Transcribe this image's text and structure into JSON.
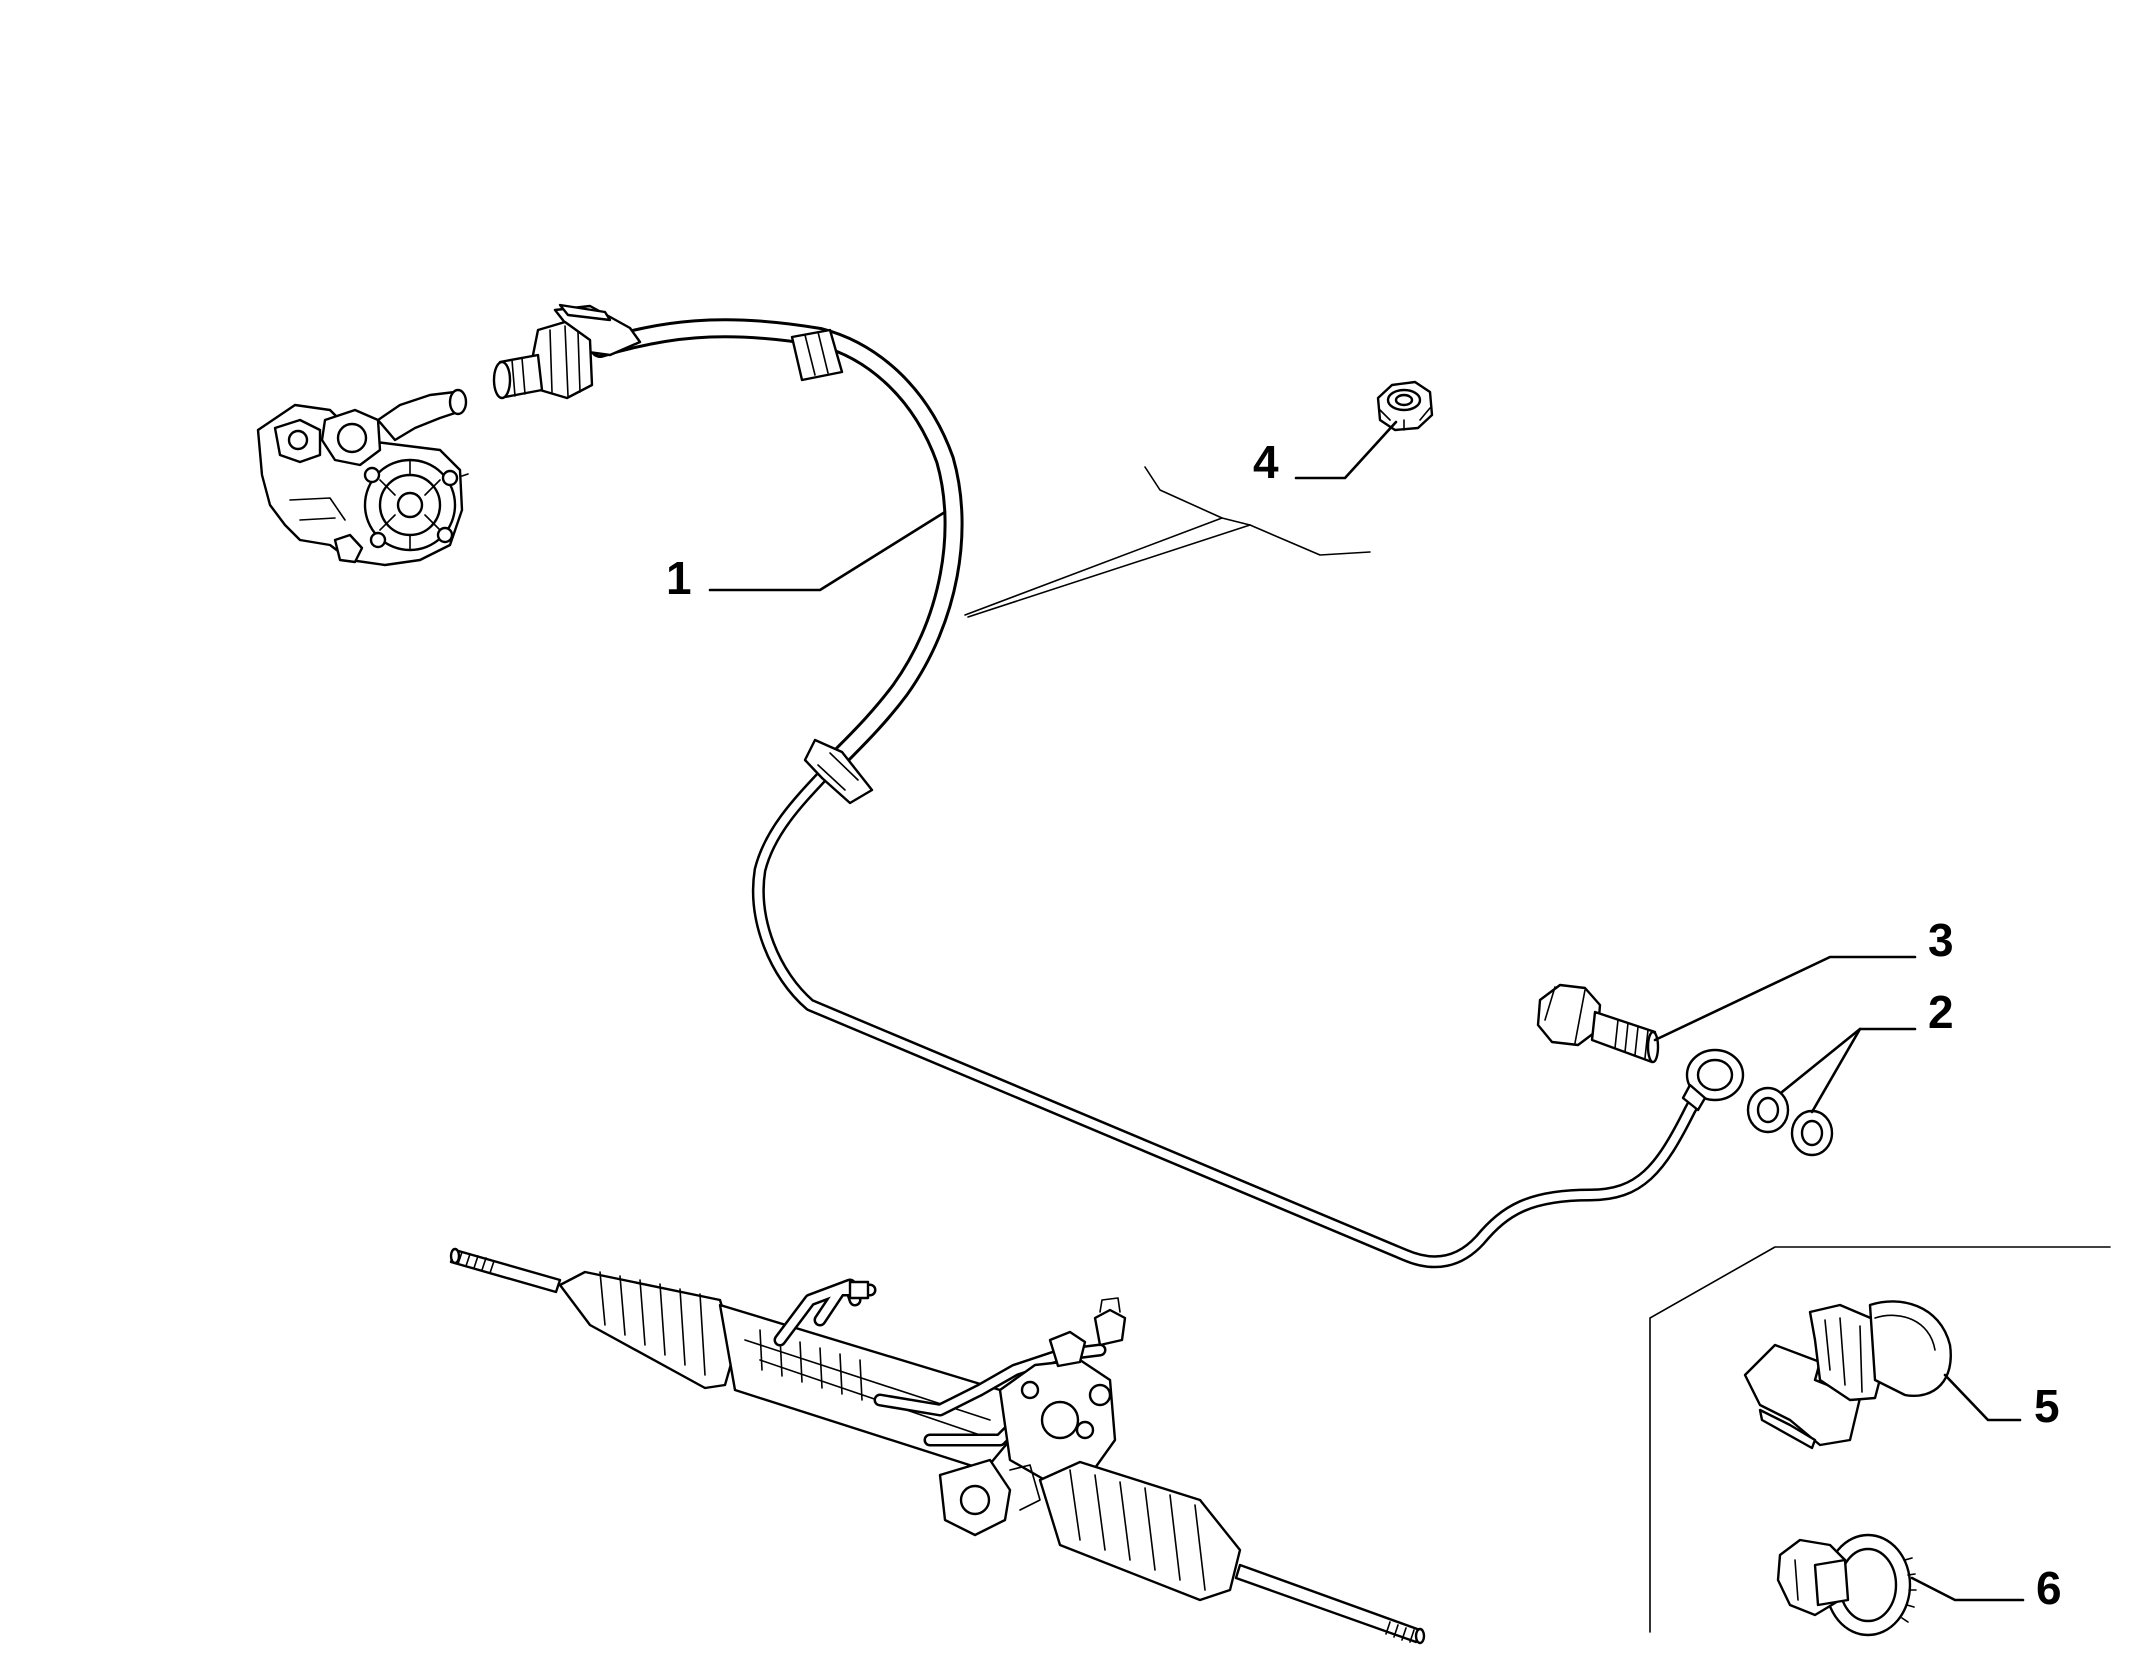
{
  "callouts": {
    "c1": "1",
    "c2": "2",
    "c3": "3",
    "c4": "4",
    "c5": "5",
    "c6": "6"
  },
  "icons": {
    "pump": "power-steering-pump-icon",
    "rack": "steering-rack-icon",
    "nut": "hex-nut-icon",
    "bolt": "banjo-bolt-icon",
    "washer": "sealing-washer-icon",
    "bracket": "hose-bracket-icon",
    "clamp": "hose-clamp-icon"
  },
  "colors": {
    "line": "#000000",
    "background": "#ffffff"
  }
}
